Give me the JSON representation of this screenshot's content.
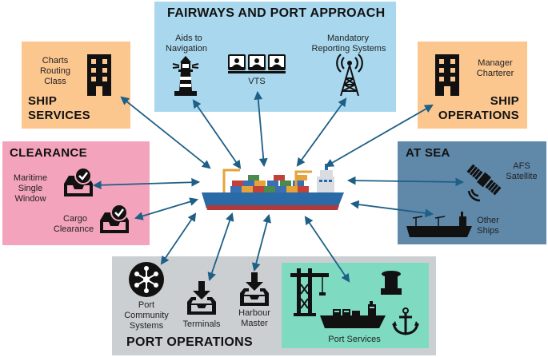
{
  "fairways": {
    "title": "FAIRWAYS AND PORT APPROACH",
    "aids_line1": "Aids to",
    "aids_line2": "Navigation",
    "vts": "VTS",
    "mrs_line1": "Mandatory",
    "mrs_line2": "Reporting Systems"
  },
  "ship_services": {
    "items": [
      "Charts",
      "Routing",
      "Class"
    ],
    "title_line1": "SHIP",
    "title_line2": "SERVICES"
  },
  "ship_operations": {
    "items": [
      "Manager",
      "Charterer"
    ],
    "title_line1": "SHIP",
    "title_line2": "OPERATIONS"
  },
  "clearance": {
    "title": "CLEARANCE",
    "msw": [
      "Maritime",
      "Single",
      "Window"
    ],
    "cargo": [
      "Cargo",
      "Clearance"
    ]
  },
  "at_sea": {
    "title": "AT SEA",
    "afs": [
      "AFS",
      "Satellite"
    ],
    "other": [
      "Other",
      "Ships"
    ]
  },
  "port_operations": {
    "title": "PORT OPERATIONS",
    "pcs": [
      "Port",
      "Community",
      "Systems"
    ],
    "terminals": "Terminals",
    "harbour": [
      "Harbour",
      "Master"
    ],
    "port_services": "Port Services"
  },
  "colors": {
    "fairways_bg": "#a9d8ee",
    "ship_services_bg": "#fcc68f",
    "ship_operations_bg": "#fcc68f",
    "clearance_bg": "#f4a3bd",
    "at_sea_bg": "#5f88a9",
    "port_operations_bg": "#cbcfd2",
    "port_services_bg": "#7fdac2",
    "arrow": "#1e5f86",
    "hull": "#2a6aa6"
  },
  "icons": [
    "lighthouse-icon",
    "vts-monitors-icon",
    "radio-tower-icon",
    "building-icon",
    "inbox-check-icon",
    "satellite-icon",
    "ship-icon",
    "network-icon",
    "inbox-download-icon",
    "crane-icon",
    "bollard-icon",
    "anchor-icon"
  ]
}
